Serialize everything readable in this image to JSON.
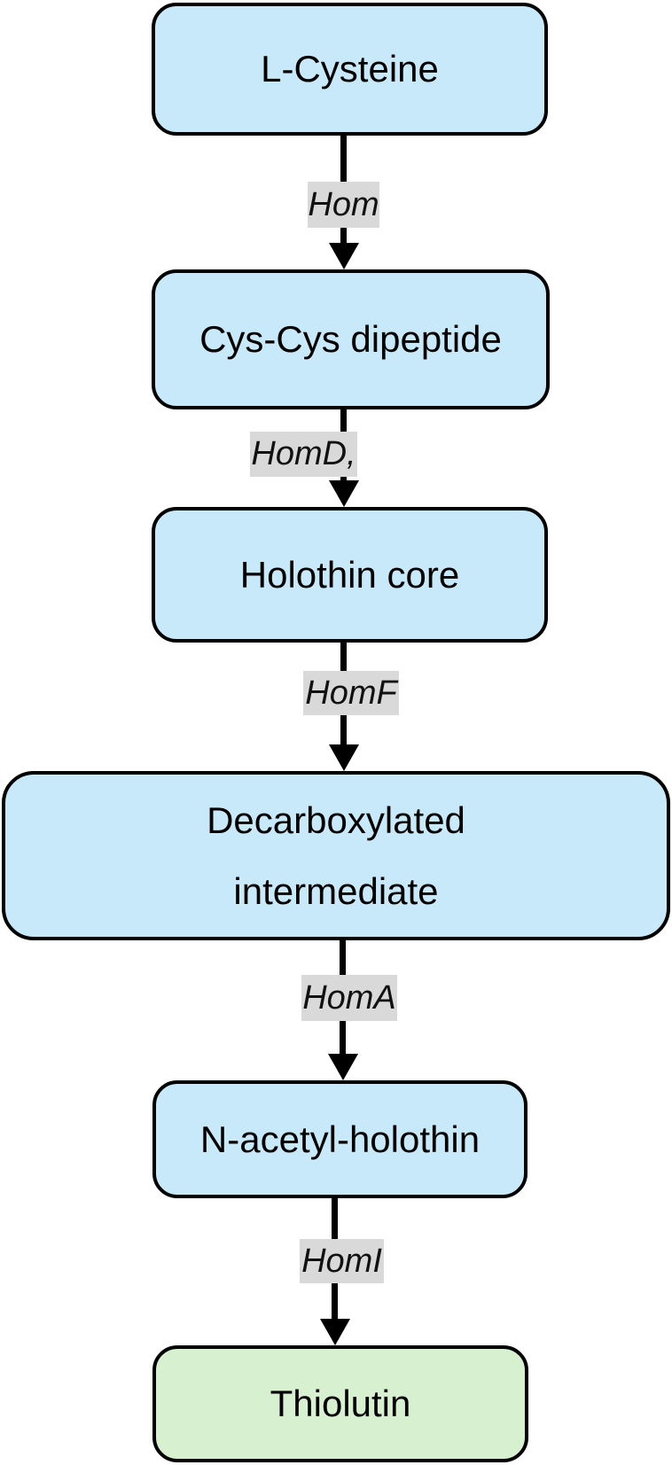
{
  "diagram": {
    "nodes": [
      {
        "label": "L-Cysteine"
      },
      {
        "label": "Cys-Cys dipeptide"
      },
      {
        "label": "Holothin core"
      },
      {
        "label": "Decarboxylated",
        "label_line2": "intermediate"
      },
      {
        "label": "N-acetyl-holothin"
      },
      {
        "label": "Thiolutin"
      }
    ],
    "edges": [
      {
        "label": "Hom"
      },
      {
        "label": "HomD,"
      },
      {
        "label": "HomF"
      },
      {
        "label": "HomA"
      },
      {
        "label": "HomI"
      }
    ],
    "colors": {
      "intermediate_fill": "#c8e9fa",
      "product_fill": "#d6f0d0",
      "edge_label_bg": "#d9d9d9",
      "outline": "#000000"
    }
  }
}
